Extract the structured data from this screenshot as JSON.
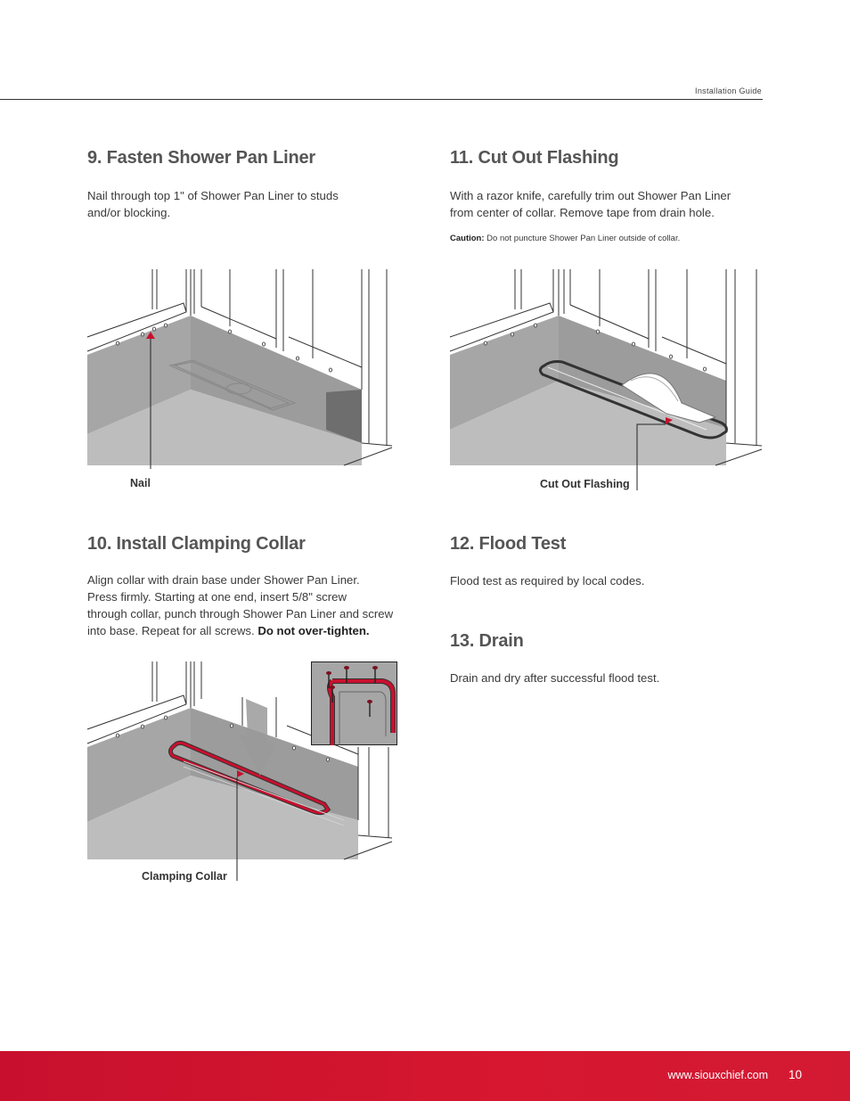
{
  "header": {
    "label": "Installation Guide"
  },
  "sections": {
    "s9": {
      "title": "9. Fasten Shower Pan Liner",
      "body": "Nail through top 1\" of Shower Pan Liner to studs and/or blocking.",
      "callout": "Nail"
    },
    "s10": {
      "title": "10. Install Clamping Collar",
      "body_lines": [
        "Align collar with drain base under Shower Pan Liner.",
        "Press firmly. Starting at one end, insert 5/8\" screw",
        "through collar, punch through Shower Pan Liner and screw",
        "into base. Repeat for all screws. "
      ],
      "body_bold": "Do not over-tighten.",
      "callout": "Clamping Collar"
    },
    "s11": {
      "title": "11. Cut Out Flashing",
      "body_lines": [
        "With a razor knife, carefully trim out Shower Pan Liner",
        "from center of collar. Remove tape from drain hole."
      ],
      "caution_label": "Caution:",
      "caution_text": " Do not puncture Shower Pan Liner outside of collar.",
      "callout": "Cut Out Flashing"
    },
    "s12": {
      "title": "12. Flood Test",
      "body": "Flood test as required by local codes."
    },
    "s13": {
      "title": "13. Drain",
      "body": "Drain and dry after successful flood test."
    }
  },
  "colors": {
    "accent": "#c8102e",
    "liner": "#a6a6a6",
    "liner_dark": "#8c8c8c",
    "floor": "#bdbdbd"
  },
  "footer": {
    "url": "www.siouxchief.com",
    "page": "10"
  }
}
